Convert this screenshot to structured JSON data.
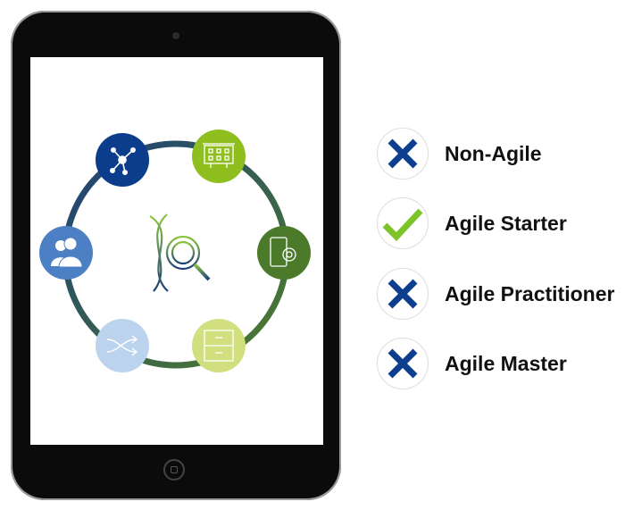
{
  "colors": {
    "ring_blue": "#1d3f7a",
    "ring_green": "#4a7a2e",
    "node_navy": "#0b3d8c",
    "node_lime": "#8fbf1f",
    "node_green": "#4a7a2a",
    "node_pale_lime": "#d1df7f",
    "node_pale_blue": "#bcd3ee",
    "node_mid_blue": "#4d7fc4",
    "x_blue": "#0e3f8e",
    "check_green": "#7cc428"
  },
  "diagram": {
    "nodes": [
      {
        "icon": "network-hub-icon"
      },
      {
        "icon": "workflow-board-icon"
      },
      {
        "icon": "tablet-gear-icon"
      },
      {
        "icon": "file-cabinet-icon"
      },
      {
        "icon": "shuffle-arrows-icon"
      },
      {
        "icon": "users-icon"
      }
    ],
    "center_icon": "dna-magnifier-icon"
  },
  "levels": [
    {
      "label": "Non-Agile",
      "status": "x"
    },
    {
      "label": "Agile Starter",
      "status": "check"
    },
    {
      "label": "Agile Practitioner",
      "status": "x"
    },
    {
      "label": "Agile Master",
      "status": "x"
    }
  ]
}
